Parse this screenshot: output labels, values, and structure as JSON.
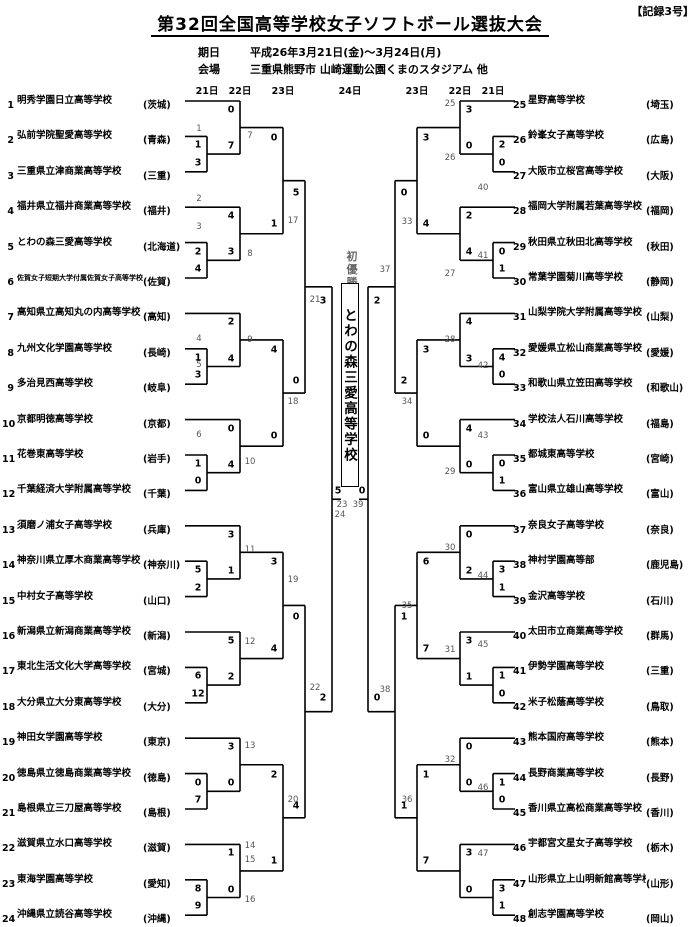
{
  "record": "【記録3号】",
  "title": "第32回全国高等学校女子ソフトボール選抜大会",
  "period": {
    "label": "期日",
    "value": "平成26年3月21日(金)～3月24日(月)"
  },
  "venue": {
    "label": "会場",
    "value": "三重県熊野市 山崎運動公園くまのスタジアム 他"
  },
  "day_headers_left": [
    "21日",
    "22日",
    "23日"
  ],
  "day_header_center": "24日",
  "day_headers_right": [
    "23日",
    "22日",
    "21日"
  ],
  "champion_label": "初優勝",
  "champion": "とわの森三愛高等学校",
  "teams_left": [
    {
      "no": "1",
      "name": "明秀学園日立高等学校",
      "pref": "(茨城)"
    },
    {
      "no": "2",
      "name": "弘前学院聖愛高等学校",
      "pref": "(青森)"
    },
    {
      "no": "3",
      "name": "三重県立津商業高等学校",
      "pref": "(三重)"
    },
    {
      "no": "4",
      "name": "福井県立福井商業高等学校",
      "pref": "(福井)"
    },
    {
      "no": "5",
      "name": "とわの森三愛高等学校",
      "pref": "(北海道)"
    },
    {
      "no": "6",
      "name": "佐賀女子短期大学付属佐賀女子高等学校",
      "pref": "(佐賀)"
    },
    {
      "no": "7",
      "name": "高知県立高知丸の内高等学校",
      "pref": "(高知)"
    },
    {
      "no": "8",
      "name": "九州文化学園高等学校",
      "pref": "(長崎)"
    },
    {
      "no": "9",
      "name": "多治見西高等学校",
      "pref": "(岐阜)"
    },
    {
      "no": "10",
      "name": "京都明徳高等学校",
      "pref": "(京都)"
    },
    {
      "no": "11",
      "name": "花巻東高等学校",
      "pref": "(岩手)"
    },
    {
      "no": "12",
      "name": "千葉経済大学附属高等学校",
      "pref": "(千葉)"
    },
    {
      "no": "13",
      "name": "須磨ノ浦女子高等学校",
      "pref": "(兵庫)"
    },
    {
      "no": "14",
      "name": "神奈川県立厚木商業高等学校",
      "pref": "(神奈川)"
    },
    {
      "no": "15",
      "name": "中村女子高等学校",
      "pref": "(山口)"
    },
    {
      "no": "16",
      "name": "新潟県立新潟商業高等学校",
      "pref": "(新潟)"
    },
    {
      "no": "17",
      "name": "東北生活文化大学高等学校",
      "pref": "(宮城)"
    },
    {
      "no": "18",
      "name": "大分県立大分東高等学校",
      "pref": "(大分)"
    },
    {
      "no": "19",
      "name": "神田女学園高等学校",
      "pref": "(東京)"
    },
    {
      "no": "20",
      "name": "徳島県立徳島商業高等学校",
      "pref": "(徳島)"
    },
    {
      "no": "21",
      "name": "島根県立三刀屋高等学校",
      "pref": "(島根)"
    },
    {
      "no": "22",
      "name": "滋賀県立水口高等学校",
      "pref": "(滋賀)"
    },
    {
      "no": "23",
      "name": "東海学園高等学校",
      "pref": "(愛知)"
    },
    {
      "no": "24",
      "name": "沖縄県立読谷高等学校",
      "pref": "(沖縄)"
    }
  ],
  "teams_right": [
    {
      "no": "25",
      "name": "星野高等学校",
      "pref": "(埼玉)"
    },
    {
      "no": "26",
      "name": "鈴峯女子高等学校",
      "pref": "(広島)"
    },
    {
      "no": "27",
      "name": "大阪市立桜宮高等学校",
      "pref": "(大阪)"
    },
    {
      "no": "28",
      "name": "福岡大学附属若葉高等学校",
      "pref": "(福岡)"
    },
    {
      "no": "29",
      "name": "秋田県立秋田北高等学校",
      "pref": "(秋田)"
    },
    {
      "no": "30",
      "name": "常葉学園菊川高等学校",
      "pref": "(静岡)"
    },
    {
      "no": "31",
      "name": "山梨学院大学附属高等学校",
      "pref": "(山梨)"
    },
    {
      "no": "32",
      "name": "愛媛県立松山商業高等学校",
      "pref": "(愛媛)"
    },
    {
      "no": "33",
      "name": "和歌山県立笠田高等学校",
      "pref": "(和歌山)"
    },
    {
      "no": "34",
      "name": "学校法人石川高等学校",
      "pref": "(福島)"
    },
    {
      "no": "35",
      "name": "都城東高等学校",
      "pref": "(宮崎)"
    },
    {
      "no": "36",
      "name": "富山県立雄山高等学校",
      "pref": "(富山)"
    },
    {
      "no": "37",
      "name": "奈良女子高等学校",
      "pref": "(奈良)"
    },
    {
      "no": "38",
      "name": "神村学園高等部",
      "pref": "(鹿児島)"
    },
    {
      "no": "39",
      "name": "金沢高等学校",
      "pref": "(石川)"
    },
    {
      "no": "40",
      "name": "太田市立商業高等学校",
      "pref": "(群馬)"
    },
    {
      "no": "41",
      "name": "伊勢学園高等学校",
      "pref": "(三重)"
    },
    {
      "no": "42",
      "name": "米子松蔭高等学校",
      "pref": "(鳥取)"
    },
    {
      "no": "43",
      "name": "熊本国府高等学校",
      "pref": "(熊本)"
    },
    {
      "no": "44",
      "name": "長野商業高等学校",
      "pref": "(長野)"
    },
    {
      "no": "45",
      "name": "香川県立高松商業高等学校",
      "pref": "(香川)"
    },
    {
      "no": "46",
      "name": "宇都宮文星女子高等学校",
      "pref": "(栃木)"
    },
    {
      "no": "47",
      "name": "山形県立上山明新館高等学校",
      "pref": "(山形)"
    },
    {
      "no": "48",
      "name": "創志学園高等学校",
      "pref": "(岡山)"
    }
  ],
  "game_numbers": [
    "1",
    "2",
    "3",
    "4",
    "5",
    "6",
    "7",
    "8",
    "9",
    "10",
    "11",
    "12",
    "13",
    "14",
    "15",
    "16",
    "17",
    "18",
    "19",
    "20",
    "21",
    "22",
    "23",
    "24",
    "25",
    "26",
    "27",
    "28",
    "29",
    "30",
    "31",
    "32",
    "33",
    "34",
    "35",
    "36",
    "37",
    "38",
    "39",
    "40",
    "41",
    "42",
    "43",
    "44",
    "45",
    "46",
    "47"
  ],
  "left_scores": {
    "r1": [
      [
        "1",
        "3"
      ],
      [
        "2",
        "4"
      ],
      [
        "1",
        "3"
      ],
      [
        "1",
        "0"
      ],
      [
        "5",
        "2"
      ],
      [
        "6",
        "12"
      ],
      [
        "0",
        "7"
      ],
      [
        "8",
        "9"
      ]
    ],
    "r2": [
      [
        "0",
        "7"
      ],
      [
        "4",
        "3"
      ],
      [
        "2",
        "4"
      ],
      [
        "0",
        "4"
      ],
      [
        "3",
        "1"
      ],
      [
        "5",
        "2"
      ],
      [
        "3",
        "0"
      ],
      [
        "1",
        "0"
      ]
    ],
    "r3": [
      [
        "0",
        "1"
      ],
      [
        "4",
        "0"
      ],
      [
        "3",
        "4"
      ],
      [
        "2",
        "1"
      ]
    ],
    "qf": [
      [
        "5",
        "0"
      ],
      [
        "0",
        "4"
      ]
    ],
    "sf": [
      [
        "3",
        "2"
      ]
    ]
  },
  "right_scores": {
    "r1": [
      [
        "2",
        "0"
      ],
      [
        "0",
        "1"
      ],
      [
        "4",
        "0"
      ],
      [
        "0",
        "1"
      ],
      [
        "3",
        "1"
      ],
      [
        "1",
        "0"
      ],
      [
        "1",
        "0"
      ],
      [
        "3",
        "1"
      ]
    ],
    "r2": [
      [
        "3",
        "0"
      ],
      [
        "2",
        "4"
      ],
      [
        "4",
        "3"
      ],
      [
        "4",
        "0"
      ],
      [
        "0",
        "2"
      ],
      [
        "3",
        "1"
      ],
      [
        "0",
        "0"
      ],
      [
        "3",
        "0"
      ]
    ],
    "r3": [
      [
        "3",
        "4"
      ],
      [
        "3",
        "0"
      ],
      [
        "6",
        "7"
      ],
      [
        "1",
        "7"
      ]
    ],
    "qf": [
      [
        "0",
        "2"
      ],
      [
        "1",
        "1"
      ]
    ],
    "sf": [
      [
        "2",
        "0"
      ]
    ]
  },
  "final_scores": [
    "0",
    "5"
  ]
}
